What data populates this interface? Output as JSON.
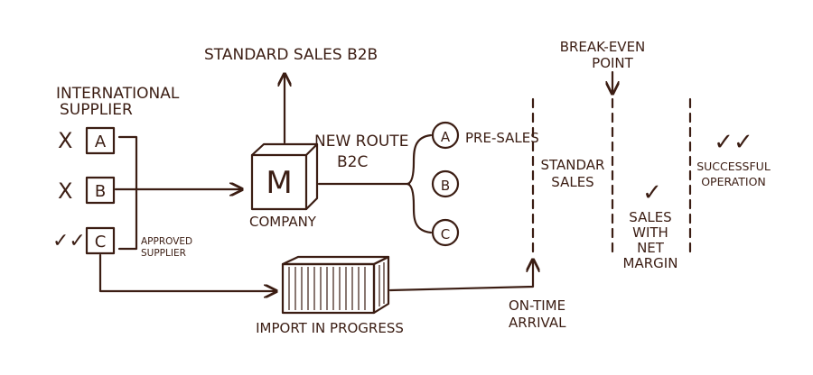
{
  "colors": {
    "ink": "#3b1d13",
    "paper": "#ffffff",
    "container": "#d9c6b4"
  },
  "b2b_label": "STANDARD SALES B2B",
  "supplier": {
    "title": [
      "INTERNATIONAL",
      "SUPPLIER"
    ],
    "options": [
      {
        "letter": "A",
        "mark": "X"
      },
      {
        "letter": "B",
        "mark": "X"
      },
      {
        "letter": "C",
        "mark": "✓✓"
      }
    ],
    "approved_label": [
      "APPROVED",
      "SUPPLIER"
    ]
  },
  "company": {
    "letter": "M",
    "label": "COMPANY"
  },
  "new_route": [
    "NEW ROUTE",
    "B2C"
  ],
  "channels": [
    "A",
    "B",
    "C"
  ],
  "presales_label": "PRE-SALES",
  "import_label": "IMPORT IN PROGRESS",
  "ontime_label": [
    "ON-TIME",
    "ARRIVAL"
  ],
  "standard_sales": [
    "STANDAR",
    "SALES"
  ],
  "breakeven": [
    "BREAK-EVEN",
    "POINT"
  ],
  "net_margin": {
    "check": "✓",
    "lines": [
      "SALES",
      "WITH",
      "NET",
      "MARGIN"
    ]
  },
  "success": {
    "check": "✓✓",
    "lines": [
      "SUCCESSFUL",
      "OPERATION"
    ]
  }
}
